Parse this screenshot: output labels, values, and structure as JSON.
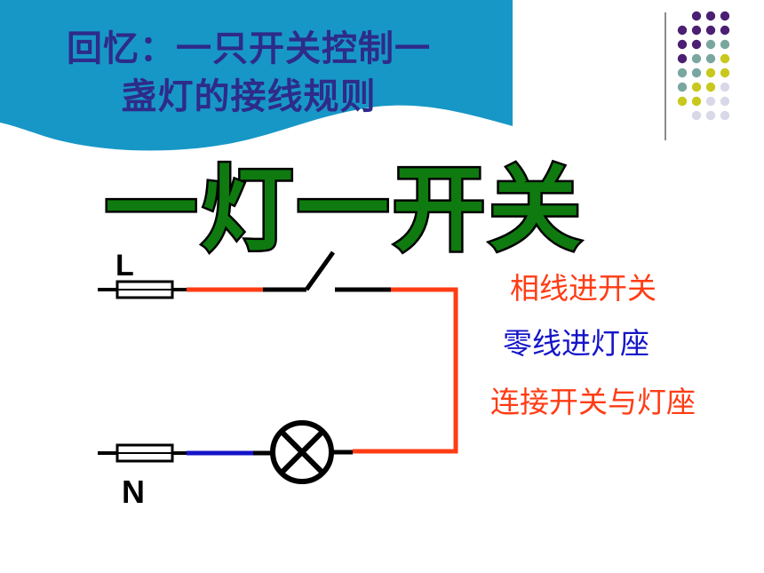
{
  "title": {
    "line1": "回忆：一只开关控制一",
    "line2": "盏灯的接线规则"
  },
  "slogan": "一灯一开关",
  "circuit": {
    "live_label": "L",
    "neutral_label": "N"
  },
  "rules": [
    "相线进开关",
    "零线进灯座",
    "连接开关与灯座"
  ],
  "colors": {
    "banner": "#1797c6",
    "title_text": "#2e2b8a",
    "slogan_fill": "#0f7a0f",
    "slogan_outline": "#000000",
    "live_wire": "#ff3c14",
    "neutral_wire": "#1414c8",
    "conductor": "#000000",
    "rule_red": "#ff3c14",
    "rule_blue": "#1414c8",
    "dot_purple": "#4b1f73",
    "dot_teal": "#7aa6a0",
    "dot_olive": "#c8c81e",
    "dot_lavender": "#d8d8e8"
  }
}
